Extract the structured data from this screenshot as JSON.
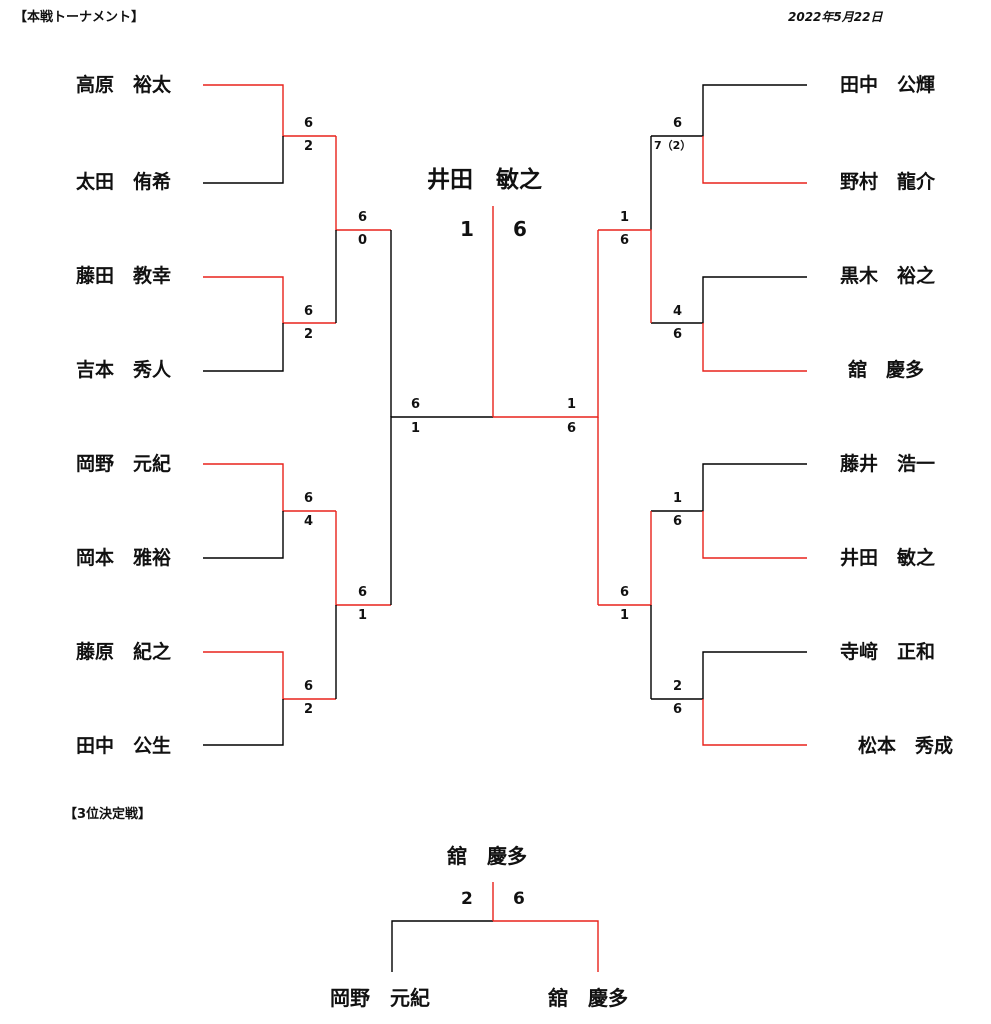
{
  "header": {
    "title": "【本戦トーナメント】",
    "date": "2022年5月22日"
  },
  "left_players": [
    "高原　裕太",
    "太田　侑希",
    "藤田　教幸",
    "吉本　秀人",
    "岡野　元紀",
    "岡本　雅裕",
    "藤原　紀之",
    "田中　公生"
  ],
  "right_players": [
    "田中　公輝",
    "野村　龍介",
    "黒木　裕之",
    "舘　慶多",
    "藤井　浩一",
    "井田　敏之",
    "寺﨑　正和",
    "松本　秀成"
  ],
  "left_r1_scores": [
    [
      "6",
      "2"
    ],
    [
      "6",
      "2"
    ],
    [
      "6",
      "4"
    ],
    [
      "6",
      "2"
    ]
  ],
  "left_r2_scores": [
    [
      "6",
      "0"
    ],
    [
      "6",
      "1"
    ]
  ],
  "left_sf_scores": [
    "6",
    "1"
  ],
  "right_r1_scores": [
    [
      "6",
      "7（2）"
    ],
    [
      "4",
      "6"
    ],
    [
      "1",
      "6"
    ],
    [
      "2",
      "6"
    ]
  ],
  "right_r2_scores": [
    [
      "1",
      "6"
    ],
    [
      "6",
      "1"
    ]
  ],
  "right_sf_scores": [
    "1",
    "6"
  ],
  "final": {
    "champion": "井田　敏之",
    "score_left": "1",
    "score_right": "6"
  },
  "third_place": {
    "title": "【3位決定戦】",
    "winner": "舘　慶多",
    "score_left": "2",
    "score_right": "6",
    "player_left": "岡野　元紀",
    "player_right": "舘　慶多"
  },
  "colors": {
    "win": "#e8221b",
    "loss": "#000000"
  }
}
